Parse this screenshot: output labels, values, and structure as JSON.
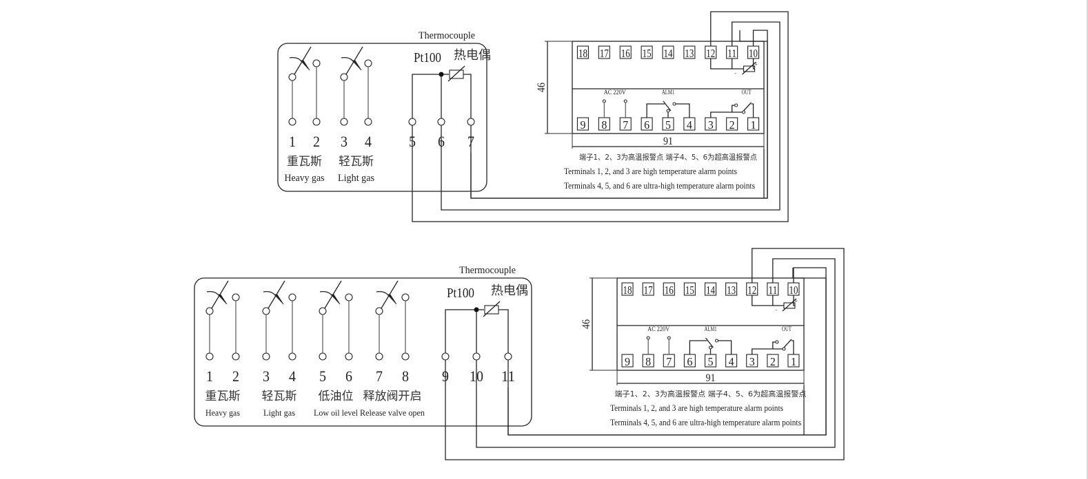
{
  "diagrams": [
    {
      "id": "top",
      "thermocouple_label": "Thermocouple",
      "pt100_label": "Pt100",
      "thermocouple_cn": "热电偶",
      "switch_groups": [
        {
          "terminals": [
            "1",
            "2"
          ],
          "label_cn": "重瓦斯",
          "label_en": "Heavy gas"
        },
        {
          "terminals": [
            "3",
            "4"
          ],
          "label_cn": "轻瓦斯",
          "label_en": "Light gas"
        }
      ],
      "sensor_terminals": [
        "5",
        "6",
        "7"
      ],
      "controller": {
        "top_row": [
          "18",
          "17",
          "16",
          "15",
          "14",
          "13",
          "12",
          "11",
          "10"
        ],
        "bottom_row": [
          "9",
          "8",
          "7",
          "6",
          "5",
          "4",
          "3",
          "2",
          "1"
        ],
        "ac_label": "AC 220V",
        "alm_label": "ALM1",
        "out_label": "OUT",
        "height_dim": "46",
        "width_dim": "91",
        "note_cn": "端子1、2、3为高温报警点 端子4、5、6为超高温报警点",
        "note_en_1": "Terminals 1, 2, and 3 are high temperature alarm points",
        "note_en_2": "Terminals 4, 5, and 6 are ultra-high temperature alarm points"
      }
    },
    {
      "id": "bottom",
      "thermocouple_label": "Thermocouple",
      "pt100_label": "Pt100",
      "thermocouple_cn": "热电偶",
      "switch_groups": [
        {
          "terminals": [
            "1",
            "2"
          ],
          "label_cn": "重瓦斯",
          "label_en": "Heavy gas"
        },
        {
          "terminals": [
            "3",
            "4"
          ],
          "label_cn": "轻瓦斯",
          "label_en": "Light gas"
        },
        {
          "terminals": [
            "5",
            "6"
          ],
          "label_cn": "低油位",
          "label_en": "Low oil level"
        },
        {
          "terminals": [
            "7",
            "8"
          ],
          "label_cn": "释放阀开启",
          "label_en": "Release valve open"
        }
      ],
      "sensor_terminals": [
        "9",
        "10",
        "11"
      ],
      "controller": {
        "top_row": [
          "18",
          "17",
          "16",
          "15",
          "14",
          "13",
          "12",
          "11",
          "10"
        ],
        "bottom_row": [
          "9",
          "8",
          "7",
          "6",
          "5",
          "4",
          "3",
          "2",
          "1"
        ],
        "ac_label": "AC 220V",
        "alm_label": "ALM1",
        "out_label": "OUT",
        "height_dim": "46",
        "width_dim": "91",
        "note_cn": "端子1、2、3为高温报警点 端子4、5、6为超高温报警点",
        "note_en_1": "Terminals 1, 2, and 3 are high temperature alarm points",
        "note_en_2": "Terminals 4, 5, and 6 are ultra-high temperature alarm points"
      }
    }
  ]
}
